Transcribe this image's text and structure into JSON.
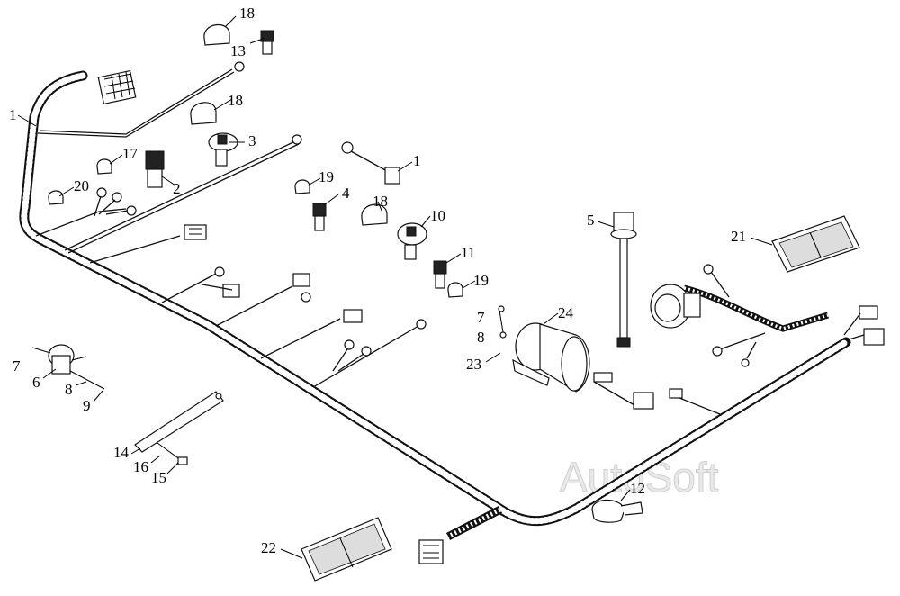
{
  "watermark": "AutoSoft",
  "callouts": [
    {
      "id": "c18a",
      "text": "18"
    },
    {
      "id": "c13",
      "text": "13"
    },
    {
      "id": "c1a",
      "text": "1"
    },
    {
      "id": "c18b",
      "text": "18"
    },
    {
      "id": "c3",
      "text": "3"
    },
    {
      "id": "c17",
      "text": "17"
    },
    {
      "id": "c2",
      "text": "2"
    },
    {
      "id": "c20",
      "text": "20"
    },
    {
      "id": "c1b",
      "text": "1"
    },
    {
      "id": "c19a",
      "text": "19"
    },
    {
      "id": "c4",
      "text": "4"
    },
    {
      "id": "c18c",
      "text": "18"
    },
    {
      "id": "c10",
      "text": "10"
    },
    {
      "id": "c5",
      "text": "5"
    },
    {
      "id": "c21",
      "text": "21"
    },
    {
      "id": "c11",
      "text": "11"
    },
    {
      "id": "c19b",
      "text": "19"
    },
    {
      "id": "c7a",
      "text": "7"
    },
    {
      "id": "c24",
      "text": "24"
    },
    {
      "id": "c8a",
      "text": "8"
    },
    {
      "id": "c23",
      "text": "23"
    },
    {
      "id": "c7b",
      "text": "7"
    },
    {
      "id": "c6",
      "text": "6"
    },
    {
      "id": "c8b",
      "text": "8"
    },
    {
      "id": "c9",
      "text": "9"
    },
    {
      "id": "c14",
      "text": "14"
    },
    {
      "id": "c16",
      "text": "16"
    },
    {
      "id": "c15",
      "text": "15"
    },
    {
      "id": "c12",
      "text": "12"
    },
    {
      "id": "c22",
      "text": "22"
    }
  ]
}
